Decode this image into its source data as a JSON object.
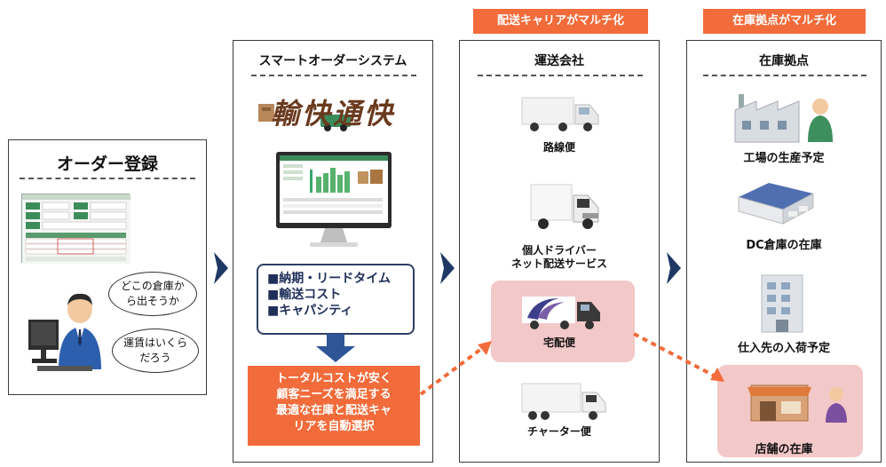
{
  "order_panel": {
    "title": "オーダー登録",
    "bubble1": "どこの倉庫から出そうか",
    "bubble1_l1": "どこの倉庫か",
    "bubble1_l2": "ら出そうか",
    "bubble2_l1": "運賃はいくら",
    "bubble2_l2": "だろう"
  },
  "system_panel": {
    "title": "スマートオーダーシステム",
    "logo_text": "輸快通快",
    "criteria": [
      "■納期・リードタイム",
      "■輸送コスト",
      "■キャパシティ"
    ],
    "result_lines": [
      "トータルコストが安く",
      "顧客ニーズを満足する",
      "最適な在庫と配送キャ",
      "リアを自動選択"
    ]
  },
  "carrier_panel": {
    "tag": "配送キャリアがマルチ化",
    "title": "運送会社",
    "items": [
      {
        "label": "路線便"
      },
      {
        "label_l1": "個人ドライバー",
        "label_l2": "ネット配送サービス"
      },
      {
        "label": "宅配便"
      },
      {
        "label": "チャーター便"
      }
    ]
  },
  "stock_panel": {
    "tag": "在庫拠点がマルチ化",
    "title": "在庫拠点",
    "items": [
      {
        "label": "工場の生産予定"
      },
      {
        "label": "DC倉庫の在庫"
      },
      {
        "label": "仕入先の入荷予定"
      },
      {
        "label": "店舗の在庫"
      }
    ]
  },
  "colors": {
    "accent_orange": "#f26b3a",
    "highlight_pink": "#f3c8c8",
    "chevron_navy": "#1f3864",
    "criteria_navy": "#2f3f66"
  }
}
